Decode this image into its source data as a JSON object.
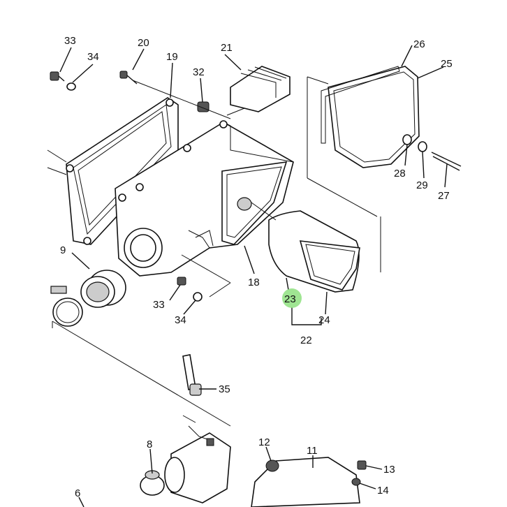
{
  "parts": [
    {
      "id": "1",
      "text": "33"
    },
    {
      "id": "2",
      "text": "34"
    },
    {
      "id": "3",
      "text": "20"
    },
    {
      "id": "4",
      "text": "19"
    },
    {
      "id": "5",
      "text": "21"
    },
    {
      "id": "6",
      "text": "32"
    },
    {
      "id": "7",
      "text": "26"
    },
    {
      "id": "8",
      "text": "25"
    },
    {
      "id": "9",
      "text": "28"
    },
    {
      "id": "10",
      "text": "29"
    },
    {
      "id": "11",
      "text": "27"
    },
    {
      "id": "12",
      "text": "9"
    },
    {
      "id": "13",
      "text": "18"
    },
    {
      "id": "14",
      "text": "33"
    },
    {
      "id": "15",
      "text": "34"
    },
    {
      "id": "16",
      "text": "23"
    },
    {
      "id": "17",
      "text": "24"
    },
    {
      "id": "18",
      "text": "22"
    },
    {
      "id": "19",
      "text": "35"
    },
    {
      "id": "20",
      "text": "8"
    },
    {
      "id": "21",
      "text": "12"
    },
    {
      "id": "22",
      "text": "11"
    },
    {
      "id": "23",
      "text": "13"
    },
    {
      "id": "24",
      "text": "14"
    },
    {
      "id": "25",
      "text": "6"
    }
  ],
  "colors": {
    "highlight": "#8ee07f",
    "line": "#111111"
  }
}
